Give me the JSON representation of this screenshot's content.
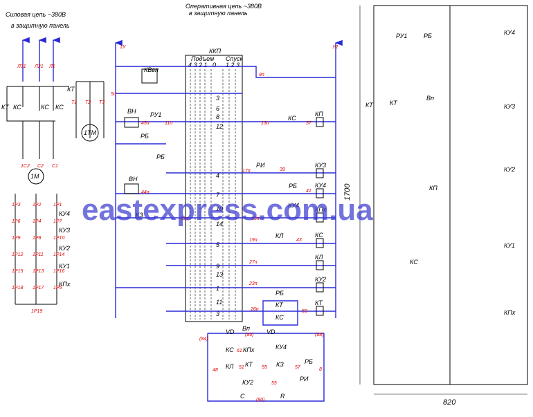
{
  "power": {
    "title": "Силовая цепь ~380В",
    "subtitle": "в защитную панель",
    "phases": [
      "Л31",
      "Л21",
      "Л1"
    ],
    "motor": "1М",
    "pump_motor": "1ТМ",
    "kt_label": "КТ",
    "ks_labels": [
      "КС",
      "КС",
      "КС"
    ],
    "contact_labels": [
      "Т1",
      "Т2",
      "Т3"
    ],
    "c_labels": [
      "1С2",
      "С2",
      "С1"
    ],
    "r_labels": [
      [
        "1Р3",
        "1Р2",
        "1Р1"
      ],
      [
        "1Р6",
        "1Р4",
        "1Р7"
      ],
      [
        "1Р9",
        "1Р8",
        "1Р10"
      ],
      [
        "1Р12",
        "1Р11",
        "1Р14"
      ],
      [
        "1Р15",
        "1Р13",
        "1Р16"
      ],
      [
        "1Р18",
        "1Р17",
        "1Р5"
      ]
    ],
    "bottom": "1Р19",
    "contactors": [
      "КУ4",
      "КУ3",
      "КУ2",
      "КУ1",
      "КПх"
    ]
  },
  "control": {
    "title": "Оперативная цепь ~380В",
    "subtitle": "в защитную панель",
    "left_bus": "1У",
    "right_bus": "У2",
    "kkp": "ККП",
    "kkp_back": "Подъем",
    "kkp_down": "Спуск",
    "kkp_head": "4 3 2 1",
    "kkp_zero": "0",
    "kkp_right": "1 2 3",
    "kvp": "КВвп",
    "node_9p": "9п",
    "node_5p": "5п",
    "vn1": "ВН",
    "ru1": "РУ1",
    "n45": "45п",
    "n11": "11п",
    "n13": "13п",
    "ks": "КС",
    "n37": "37",
    "kp": "КП",
    "rb": "РБ",
    "rb2": "РБ",
    "n17": "17п",
    "ri": "РИ",
    "n39": "39",
    "ku3": "КУ3",
    "vn2": "ВН",
    "n44": "44п",
    "rb3": "РБ",
    "n41": "41",
    "ku4": "КУ4",
    "ku4c": "КУ4",
    "kz": "КЗ",
    "n31": "31п",
    "n15": "15п",
    "kpx": "КПх",
    "n19": "19п",
    "kl": "КЛ",
    "n43": "43",
    "ks2": "КС",
    "n27": "27п",
    "kl2": "КЛ",
    "n23": "23п",
    "rb4": "РБ",
    "ku2": "КУ2",
    "n26": "26п",
    "kt": "КТ",
    "ks3": "КС",
    "n59": "59",
    "kt2": "КТ",
    "positions": [
      "3",
      "6",
      "8",
      "12",
      "4",
      "7",
      "10",
      "14",
      "5",
      "9",
      "13",
      "1",
      "11",
      "3"
    ],
    "n84": "(84)",
    "n86": "(86)",
    "n88": "(88)",
    "vp": "Вп",
    "vd1": "VD",
    "vd2": "VD",
    "ku4b": "КУ4",
    "ks4": "КС",
    "n61": "61",
    "kpx2": "КПх",
    "kl3": "КЛ",
    "n51": "51",
    "kt3": "КТ",
    "n55": "55",
    "kz2": "КЗ",
    "n57": "57",
    "rb5": "РБ",
    "n48": "48",
    "n8": "8",
    "ku2b": "КУ2",
    "n55b": "55",
    "ri2": "РИ",
    "c": "С",
    "n90": "(90)",
    "r": "R"
  },
  "cabinet": {
    "kt": "КТ",
    "ru1": "РУ1",
    "rb": "РБ",
    "ku4": "КУ4",
    "kt2": "КТ",
    "vp": "Вп",
    "ku3": "КУ3",
    "kp": "КП",
    "ku2": "КУ2",
    "ks": "КС",
    "ku1": "КУ1",
    "kpx": "КПх",
    "height": "1700",
    "width": "820"
  },
  "watermark": "eastexpress.com.ua",
  "colors": {
    "wire": "#2a2ad8",
    "node_label": "#e00000",
    "ink": "#000000"
  }
}
